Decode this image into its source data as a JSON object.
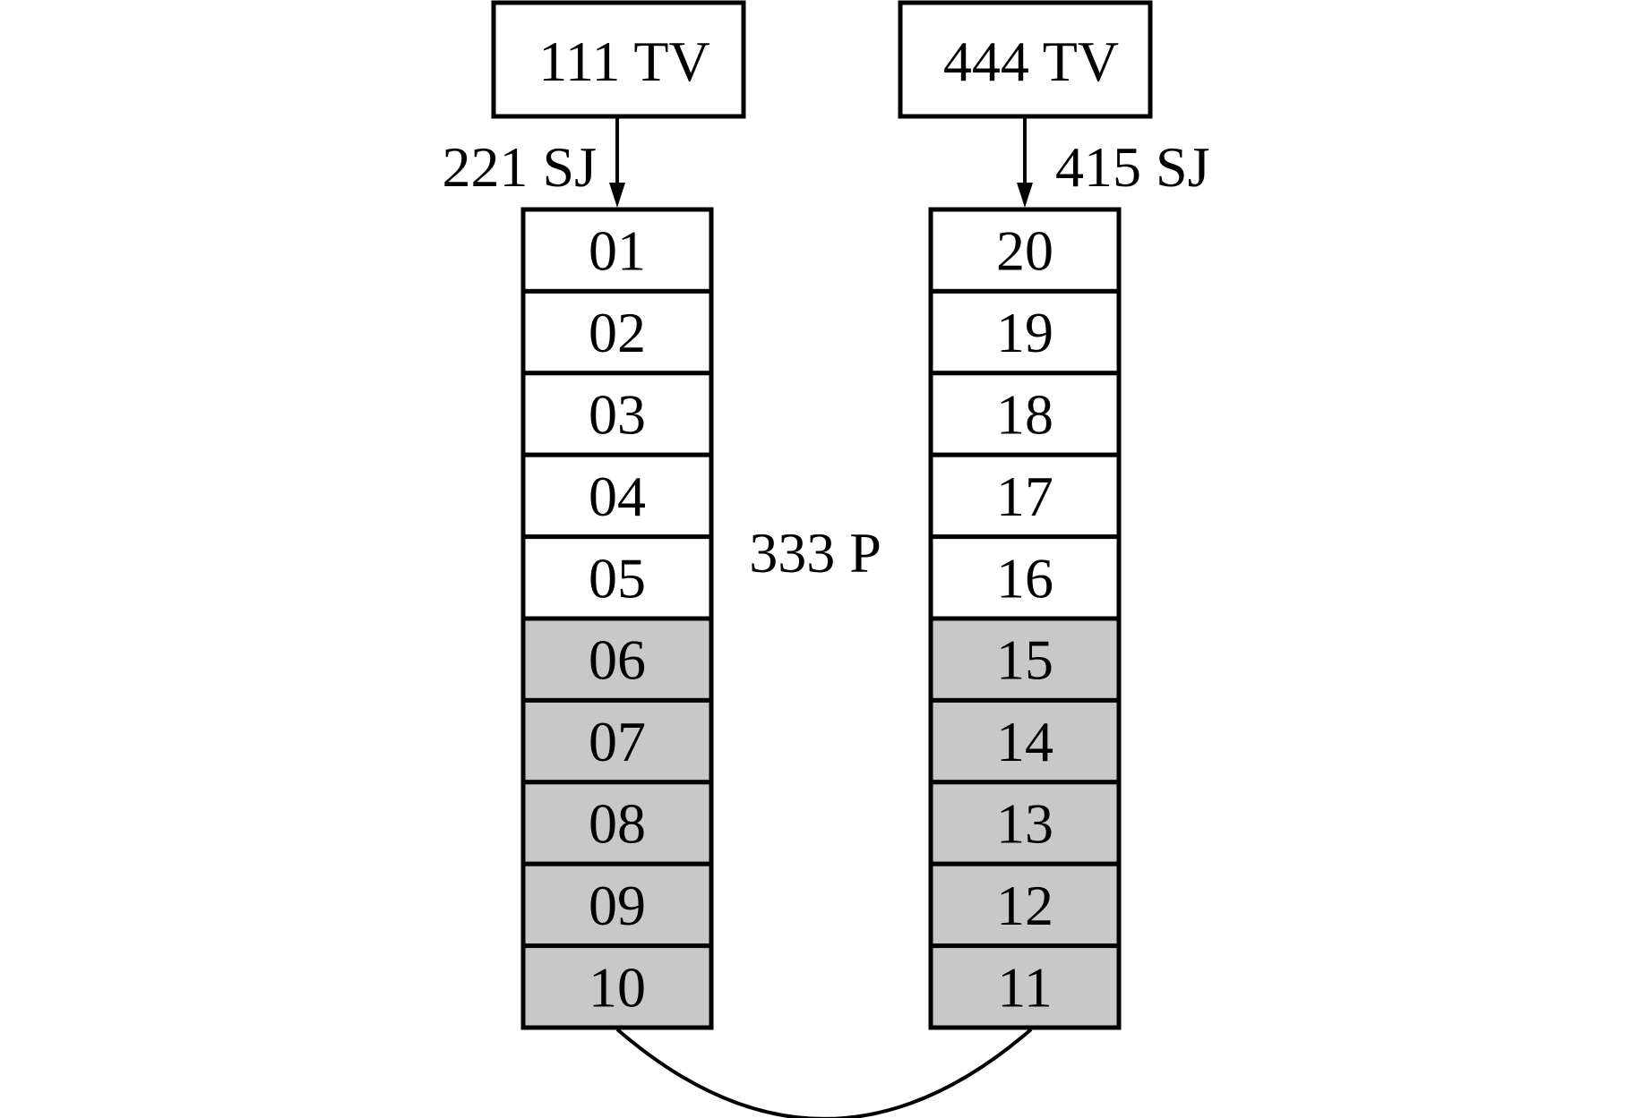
{
  "diagram": {
    "left_device": {
      "label": "111 TV"
    },
    "right_device": {
      "label": "444 TV"
    },
    "left_link": {
      "label": "221 SJ"
    },
    "right_link": {
      "label": "415 SJ"
    },
    "center": {
      "label": "333 P"
    },
    "left_stack": {
      "cells": [
        {
          "label": "01",
          "shaded": false
        },
        {
          "label": "02",
          "shaded": false
        },
        {
          "label": "03",
          "shaded": false
        },
        {
          "label": "04",
          "shaded": false
        },
        {
          "label": "05",
          "shaded": false
        },
        {
          "label": "06",
          "shaded": true
        },
        {
          "label": "07",
          "shaded": true
        },
        {
          "label": "08",
          "shaded": true
        },
        {
          "label": "09",
          "shaded": true
        },
        {
          "label": "10",
          "shaded": true
        }
      ]
    },
    "right_stack": {
      "cells": [
        {
          "label": "20",
          "shaded": false
        },
        {
          "label": "19",
          "shaded": false
        },
        {
          "label": "18",
          "shaded": false
        },
        {
          "label": "17",
          "shaded": false
        },
        {
          "label": "16",
          "shaded": false
        },
        {
          "label": "15",
          "shaded": true
        },
        {
          "label": "14",
          "shaded": true
        },
        {
          "label": "13",
          "shaded": true
        },
        {
          "label": "12",
          "shaded": true
        },
        {
          "label": "11",
          "shaded": true
        }
      ]
    },
    "colors": {
      "line": "#000000",
      "cell_fill": "#ffffff",
      "cell_shaded_fill": "#c8c8c8"
    }
  }
}
